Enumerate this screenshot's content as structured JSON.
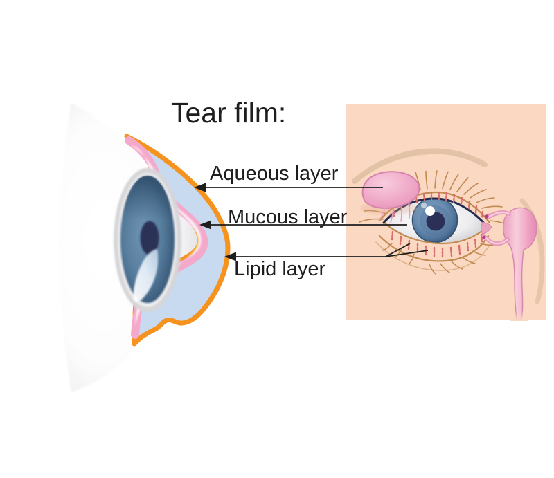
{
  "title": "Tear film:",
  "labels": [
    {
      "text": "Aqueous layer"
    },
    {
      "text": "Mucous layer"
    },
    {
      "text": "Lipid layer"
    }
  ],
  "colors": {
    "ink": "#1E1E1E",
    "lipid-orange": "#F6921E",
    "aqueous-blue": "#C7DAF0",
    "mucous-pink": "#F4A9CB",
    "iris-blue": "#587E9E",
    "pupil-navy": "#2A3056",
    "skin-peach": "#FBD8C1",
    "brow-tan": "#DBBD9F",
    "lash-tan": "#C08A50",
    "gland-pink": "#F1AECB",
    "gland-outline": "#D583AC",
    "meibomian-red": "#D96C6C",
    "eyelid-navy": "#202B4E",
    "sclera-gray": "#D6D6D8"
  }
}
